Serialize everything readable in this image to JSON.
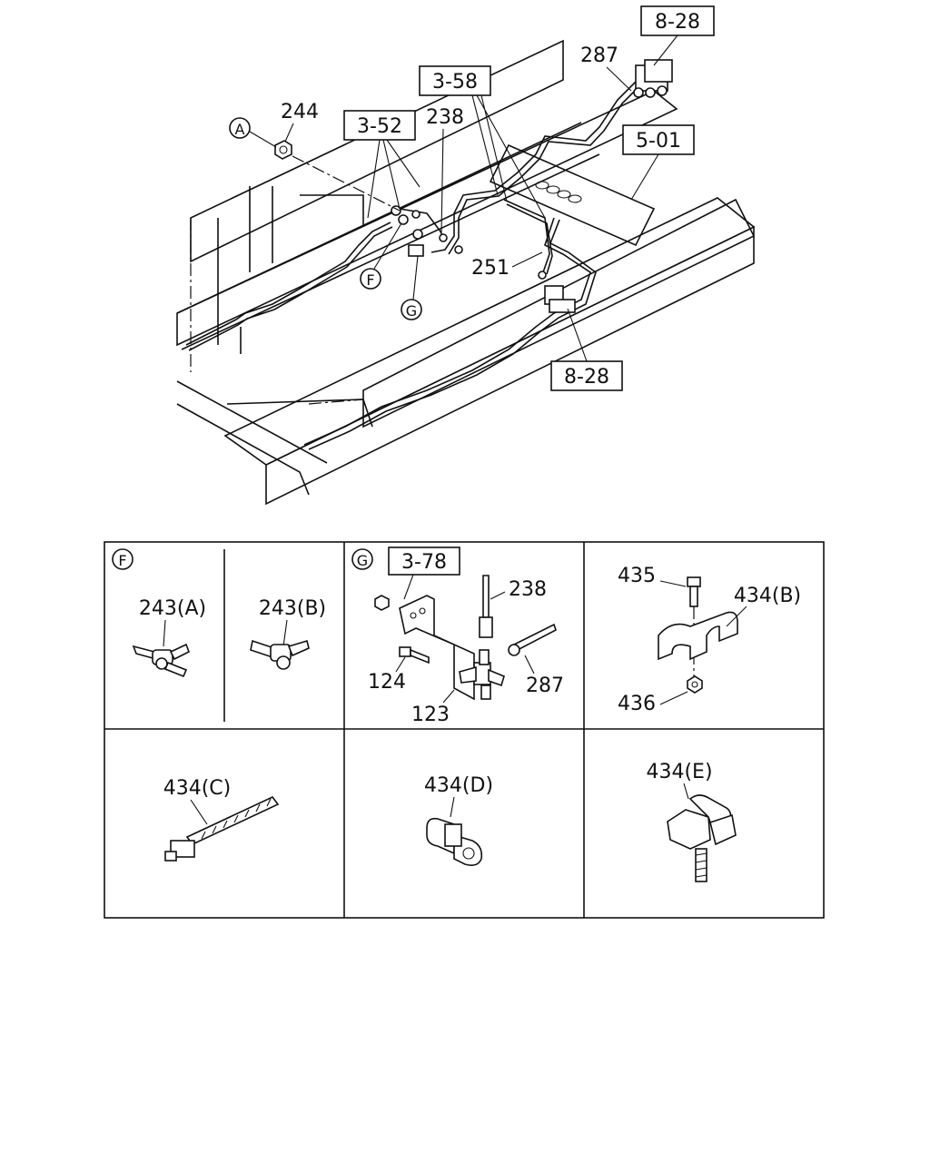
{
  "main_diagram": {
    "ref_8_28_top": "8-28",
    "ref_3_58": "3-58",
    "ref_3_52": "3-52",
    "ref_5_01": "5-01",
    "ref_8_28_bottom": "8-28",
    "part_287": "287",
    "part_244": "244",
    "part_238": "238",
    "part_251": "251",
    "callout_a": "A",
    "callout_f": "F",
    "callout_g": "G"
  },
  "detail_panels": {
    "panel_f": {
      "callout": "F",
      "label_a": "243(A)",
      "label_b": "243(B)"
    },
    "panel_g": {
      "callout": "G",
      "ref": "3-78",
      "part_238": "238",
      "part_287": "287",
      "part_124": "124",
      "part_123": "123"
    },
    "panel_clip_b": {
      "part_435": "435",
      "part_434b": "434(B)",
      "part_436": "436"
    },
    "panel_c": {
      "label": "434(C)"
    },
    "panel_d": {
      "label": "434(D)"
    },
    "panel_e": {
      "label": "434(E)"
    }
  }
}
